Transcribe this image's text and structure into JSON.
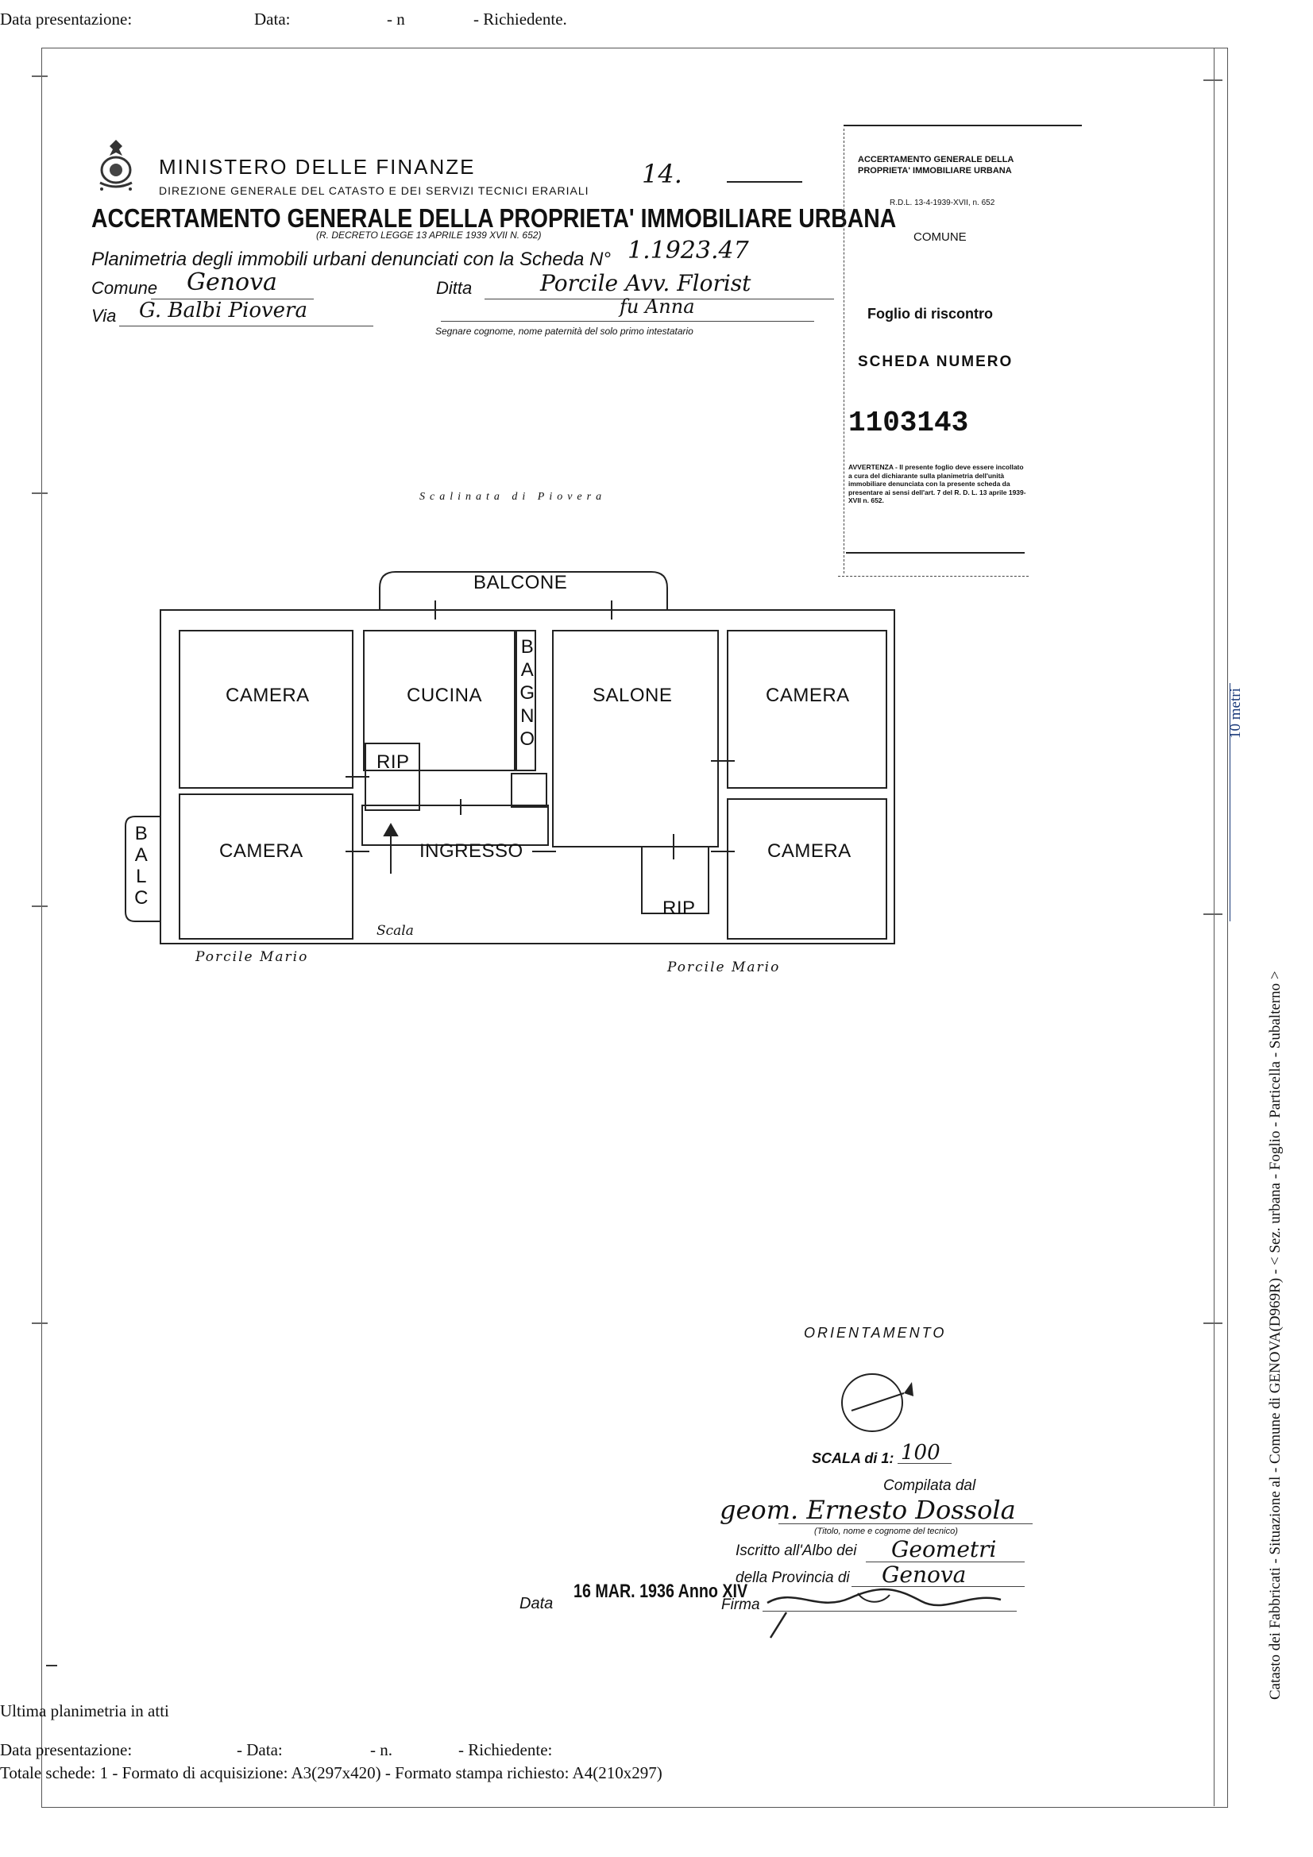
{
  "top_header": {
    "data_presentazione": "Data presentazione:",
    "data": "Data:",
    "n": "- n",
    "richiedente": "- Richiedente."
  },
  "form": {
    "ministero": "MINISTERO DELLE FINANZE",
    "direzione": "DIREZIONE GENERALE DEL CATASTO E DEI SERVIZI TECNICI ERARIALI",
    "accertamento": "ACCERTAMENTO GENERALE DELLA PROPRIETA' IMMOBILIARE URBANA",
    "decreto": "(R. DECRETO LEGGE 13 APRILE 1939 XVII N. 652)",
    "handwritten_number": "14.",
    "planimetria_label": "Planimetria degli immobili urbani denunciati con la Scheda N°",
    "scheda_number": "1.1923.47",
    "comune_label": "Comune",
    "comune_value": "Genova",
    "ditta_label": "Ditta",
    "ditta_value": "Porcile Avv. Florist",
    "ditta_value2": "fu Anna",
    "via_label": "Via",
    "via_value": "G. Balbi Piovera",
    "note": "Segnare cognome, nome paternità del solo primo intestatario"
  },
  "side_box": {
    "title1": "ACCERTAMENTO GENERALE DELLA",
    "title2": "PROPRIETA' IMMOBILIARE URBANA",
    "line3": "R.D.L. 13-4-1939-XVII, n. 652",
    "comune": "COMUNE",
    "foglio": "Foglio di riscontro",
    "numero": "SCHEDA NUMERO",
    "big_number": "1103143",
    "avvertenza": "AVVERTENZA - Il presente foglio deve essere incollato a cura del dichiarante sulla planimetria dell'unità immobiliare denunciata con la presente scheda da presentare ai sensi dell'art. 7 del R. D. L. 13 aprile 1939-XVII n. 652."
  },
  "plan": {
    "strada": "Scalinata di Piovera",
    "rooms": {
      "balcone": "BALCONE",
      "camera_tl": "CAMERA",
      "cucina": "CUCINA",
      "bagno": [
        "B",
        "A",
        "G",
        "N",
        "O"
      ],
      "salone": "SALONE",
      "camera_tr": "CAMERA",
      "rip_left": "RIP",
      "camera_bl": "CAMERA",
      "ingresso": "INGRESSO",
      "camera_br": "CAMERA",
      "rip_right": "RIP",
      "balc": [
        "B",
        "A",
        "L",
        "C"
      ]
    },
    "scala": "Scala",
    "confine_left": "Porcile Mario",
    "confine_right": "Porcile Mario"
  },
  "footer_form": {
    "orientamento": "ORIENTAMENTO",
    "scala_label": "SCALA di 1:",
    "scala_value": "100",
    "compilata": "Compilata dal",
    "compilatore": "geom. Ernesto Dossola",
    "titolo_note": "(Titolo, nome e cognome del tecnico)",
    "iscritto": "Iscritto all'Albo dei",
    "albo_value": "Geometri",
    "provincia": "della Provincia di",
    "provincia_value": "Genova",
    "data_label": "Data",
    "data_value": "16 MAR. 1936 Anno XIV",
    "firma": "Firma"
  },
  "bottom": {
    "ultima": "Ultima planimetria in atti",
    "data_presentazione": "Data presentazione:",
    "data": "- Data:",
    "n": "- n.",
    "richiedente": "- Richiedente:",
    "totale": "Totale schede: 1 - Formato di acquisizione: A3(297x420) - Formato stampa richiesto: A4(210x297)"
  },
  "side_text": {
    "vertical": "Catasto dei Fabbricati - Situazione al       - Comune di GENOVA(D969R) - < Sez. urbana       - Foglio     - Particella     - Subalterno     >",
    "scale_bar": "10 metri"
  }
}
